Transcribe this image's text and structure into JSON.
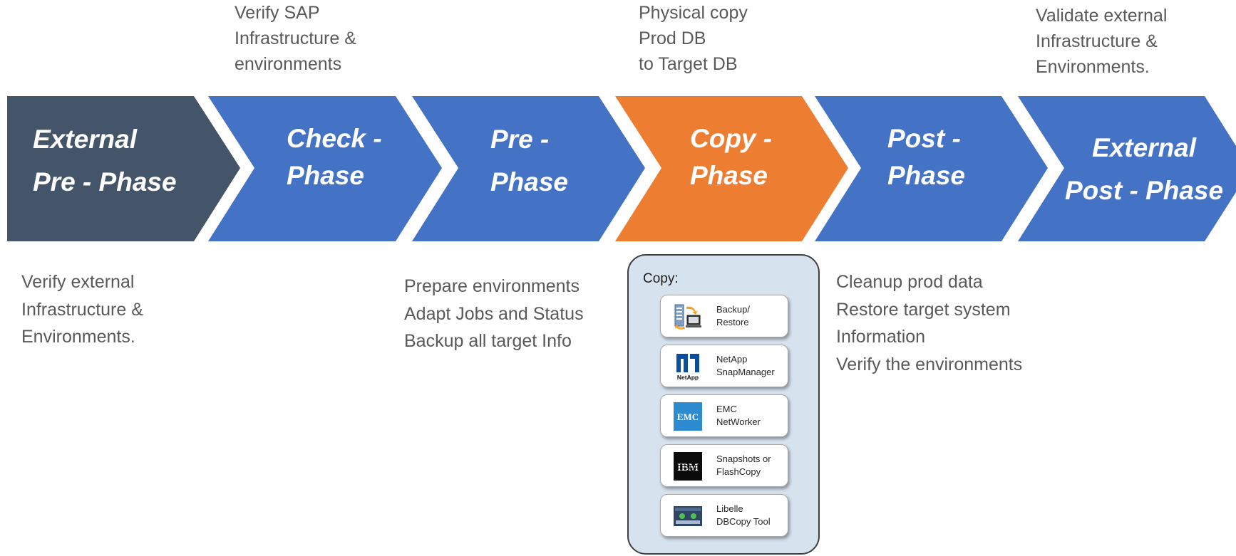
{
  "colors": {
    "dark_phase": "#445469",
    "blue_phase": "#4472c4",
    "orange_phase": "#ed7d31",
    "note_text": "#595959",
    "copy_box_bg": "#d6e2ee"
  },
  "notes_top": {
    "check": "Verify SAP\nInfrastructure &\nenvironments",
    "copy": "Physical copy\nProd DB\nto Target DB",
    "ext_post": "Validate external\nInfrastructure &\nEnvironments."
  },
  "phases": [
    {
      "id": "ext-pre",
      "label": "External\nPre - Phase",
      "color": "dark"
    },
    {
      "id": "check",
      "label": "Check -\nPhase",
      "color": "blue"
    },
    {
      "id": "pre",
      "label": "Pre -\nPhase",
      "color": "blue"
    },
    {
      "id": "copy",
      "label": "Copy -\nPhase",
      "color": "orange"
    },
    {
      "id": "post",
      "label": "Post -\nPhase",
      "color": "blue"
    },
    {
      "id": "ext-post",
      "label": "External\nPost - Phase",
      "color": "blue"
    }
  ],
  "notes_bottom": {
    "ext_pre": "Verify external\nInfrastructure &\nEnvironments.",
    "pre": "Prepare environments\nAdapt Jobs and Status\nBackup all target Info",
    "post": "Cleanup prod data\nRestore target system\nInformation\nVerify the environments"
  },
  "copy_box": {
    "title": "Copy:",
    "tools": [
      {
        "label": "Backup/\nRestore",
        "icon": "backup-restore-icon"
      },
      {
        "label": "NetApp\nSnapManager",
        "icon": "netapp-logo",
        "logo_text": "NetApp"
      },
      {
        "label": "EMC\nNetWorker",
        "icon": "emc-logo",
        "logo_text": "EMC"
      },
      {
        "label": "Snapshots or\nFlashCopy",
        "icon": "ibm-logo",
        "logo_text": "IBM"
      },
      {
        "label": "Libelle\nDBCopy Tool",
        "icon": "libelle-screenshot-icon"
      }
    ]
  }
}
